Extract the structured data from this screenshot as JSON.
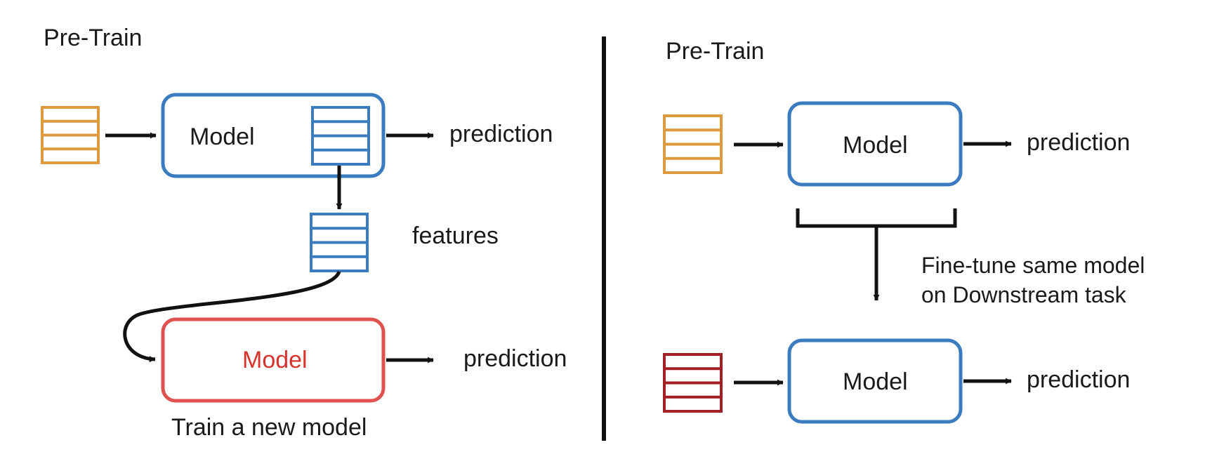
{
  "colors": {
    "orange": "#dd9a3e",
    "blue": "#3b7bc0",
    "red_light": "#e0524f",
    "red_dark": "#a31f24",
    "black": "#111111",
    "model_red_text": "#d8322d"
  },
  "left": {
    "title": "Pre-Train",
    "model_label": "Model",
    "prediction_label": "prediction",
    "features_label": "features",
    "new_model_label": "Model",
    "new_prediction_label": "prediction",
    "caption": "Train a new model"
  },
  "right": {
    "title": "Pre-Train",
    "top_model_label": "Model",
    "top_prediction_label": "prediction",
    "finetune_line1": "Fine-tune same model",
    "finetune_line2": "on Downstream task",
    "bottom_model_label": "Model",
    "bottom_prediction_label": "prediction"
  }
}
